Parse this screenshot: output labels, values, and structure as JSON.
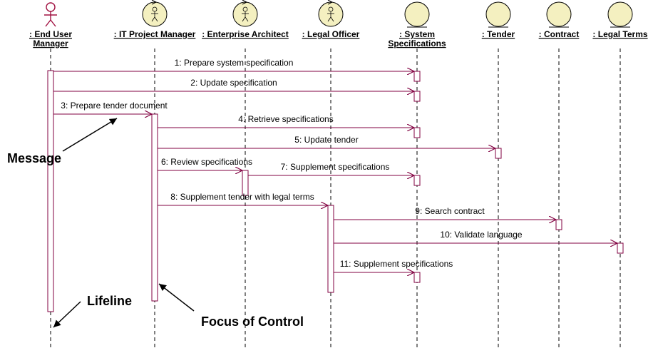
{
  "diagram": {
    "actors": [
      {
        "id": "eum",
        "lines": [
          ": End User",
          "Manager"
        ],
        "kind": "actor"
      },
      {
        "id": "itpm",
        "lines": [
          ": IT Project Manager"
        ],
        "kind": "control"
      },
      {
        "id": "ea",
        "lines": [
          ": Enterprise Architect"
        ],
        "kind": "control"
      },
      {
        "id": "lo",
        "lines": [
          ": Legal Officer"
        ],
        "kind": "control"
      },
      {
        "id": "ss",
        "lines": [
          ": System",
          "Specifications"
        ],
        "kind": "entity"
      },
      {
        "id": "tender",
        "lines": [
          ": Tender"
        ],
        "kind": "entity"
      },
      {
        "id": "contract",
        "lines": [
          ": Contract"
        ],
        "kind": "entity"
      },
      {
        "id": "lt",
        "lines": [
          ": Legal Terms"
        ],
        "kind": "entity"
      }
    ],
    "messages": [
      {
        "n": 1,
        "label": "1: Prepare system specification",
        "from": "eum",
        "to": "ss"
      },
      {
        "n": 2,
        "label": "2: Update specification",
        "from": "eum",
        "to": "ss"
      },
      {
        "n": 3,
        "label": "3: Prepare tender document",
        "from": "eum",
        "to": "itpm"
      },
      {
        "n": 4,
        "label": "4: Retrieve specifications",
        "from": "itpm",
        "to": "ss"
      },
      {
        "n": 5,
        "label": "5: Update tender",
        "from": "itpm",
        "to": "tender"
      },
      {
        "n": 6,
        "label": "6: Review specifications",
        "from": "itpm",
        "to": "ea"
      },
      {
        "n": 7,
        "label": "7: Supplement specifications",
        "from": "ea",
        "to": "ss"
      },
      {
        "n": 8,
        "label": "8: Supplement tender with legal terms",
        "from": "itpm",
        "to": "lo"
      },
      {
        "n": 9,
        "label": "9: Search contract",
        "from": "lo",
        "to": "contract"
      },
      {
        "n": 10,
        "label": "10: Validate language",
        "from": "lo",
        "to": "lt"
      },
      {
        "n": 11,
        "label": "11: Supplement specifications",
        "from": "lo",
        "to": "ss"
      }
    ],
    "annotations": {
      "message": "Message",
      "lifeline": "Lifeline",
      "focus": "Focus of Control"
    },
    "colors": {
      "line": "#800040",
      "icon_fill": "#f4f0c0",
      "actor": "#a01040",
      "text": "#000000"
    }
  }
}
